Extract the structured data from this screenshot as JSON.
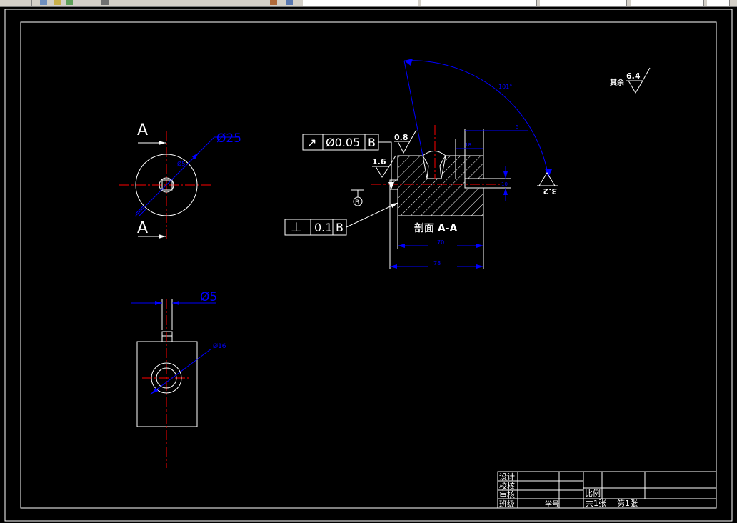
{
  "toolbar": {
    "icons": [
      "layers-icon",
      "color-icon",
      "linetype-icon",
      "lineweight-icon"
    ],
    "dropdowns": [
      "layer-dropdown",
      "color-dropdown",
      "linetype-dropdown",
      "lineweight-dropdown",
      "plotstyle-dropdown"
    ]
  },
  "colors": {
    "background": "#000000",
    "outline": "#ffffff",
    "dimension": "#0000ff",
    "centerline": "#ff0000"
  },
  "views": {
    "front": {
      "section_mark_top": "A",
      "section_mark_bottom": "A",
      "dim_outer": "Ø25",
      "dim_inner": "Ø5"
    },
    "bottom": {
      "dim_pin": "Ø5",
      "dim_bore": "Ø16"
    },
    "section": {
      "title": "剖面 A-A",
      "dim_inner_width": "70",
      "dim_total_width": "78",
      "dim_right_top": "5",
      "dim_right_small": "18",
      "dim_vertical": "10",
      "dim_angle": "101°",
      "rough_top": "0.8",
      "rough_left": "1.6",
      "rough_right": "3.2",
      "datum": "B",
      "fcf_runout": {
        "symbol": "↗",
        "tolerance": "Ø0.05",
        "datum": "B"
      },
      "fcf_perp": {
        "symbol": "⊥",
        "tolerance": "0.1",
        "datum": "B"
      }
    },
    "note": {
      "label": "其余",
      "roughness": "6.4"
    }
  },
  "title_block": {
    "rows": [
      "设计",
      "校核",
      "审核",
      "班级"
    ],
    "student_no_label": "学号",
    "scale_label": "比例",
    "sheet_total": "共1张",
    "sheet_index": "第1张"
  }
}
